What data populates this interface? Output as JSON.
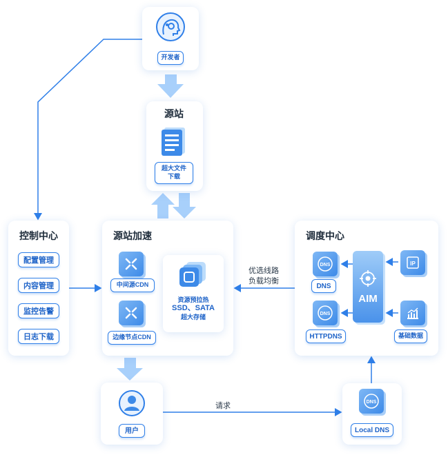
{
  "developer": {
    "label": "开发者",
    "icon": "developer-brain-icon"
  },
  "origin": {
    "title": "源站",
    "file_label_line1": "超大文件",
    "file_label_line2": "下载",
    "icon": "document-icon"
  },
  "control": {
    "title": "控制中心",
    "items": [
      "配置管理",
      "内容管理",
      "监控告警",
      "日志下载"
    ]
  },
  "acceleration": {
    "title": "源站加速",
    "mid_cdn": "中间源CDN",
    "edge_cdn": "边缘节点CDN",
    "storage_line1": "资源预拉热",
    "storage_line2": "SSD、SATA",
    "storage_line3": "超大存储"
  },
  "scheduling": {
    "title": "调度中心",
    "dns": "DNS",
    "httpdns": "HTTPDNS",
    "aim": "AIM",
    "ip": "IP",
    "basic_data": "基础数据"
  },
  "user": {
    "label": "用户",
    "icon": "user-icon"
  },
  "local_dns": {
    "label": "Local DNS",
    "icon": "dns-server-icon"
  },
  "connections": {
    "route_line1": "优选线路",
    "route_line2": "负载均衡",
    "request": "请求"
  },
  "colors": {
    "primary": "#2f7fe8",
    "arrow_fill": "#a8d0fb",
    "text_dark": "#1d2b3a"
  }
}
